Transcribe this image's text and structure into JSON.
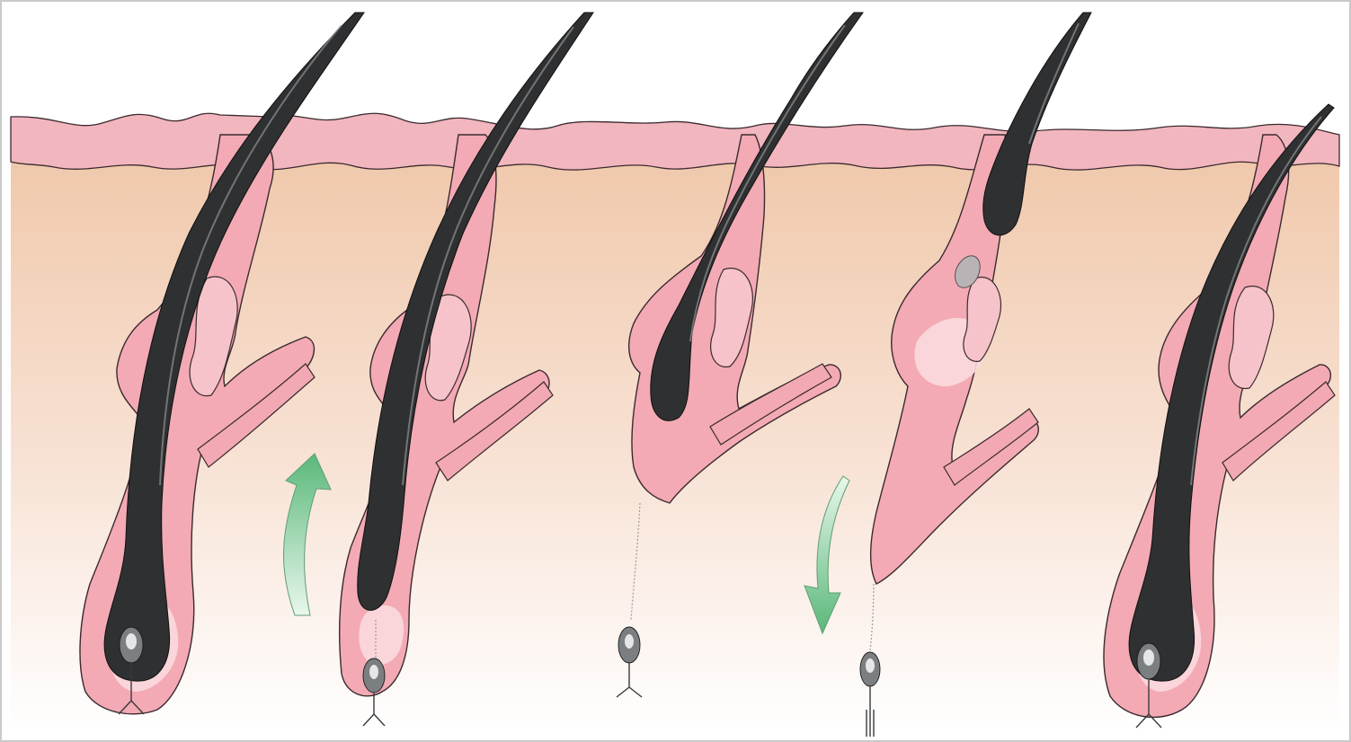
{
  "figure": {
    "stages": [
      {
        "phase": "anagen"
      },
      {
        "phase": "catagen"
      },
      {
        "phase": "telogen"
      },
      {
        "phase": "exogen"
      },
      {
        "phase": "new-anagen"
      }
    ],
    "arrows": [
      {
        "direction": "up",
        "color": "#6cc48a"
      },
      {
        "direction": "down",
        "color": "#6cc48a"
      }
    ],
    "colors": {
      "skin": "#f2b6bf",
      "dermis": "#f1cfb4",
      "hair": "#2f3031",
      "arrow": "#6cc48a"
    }
  }
}
